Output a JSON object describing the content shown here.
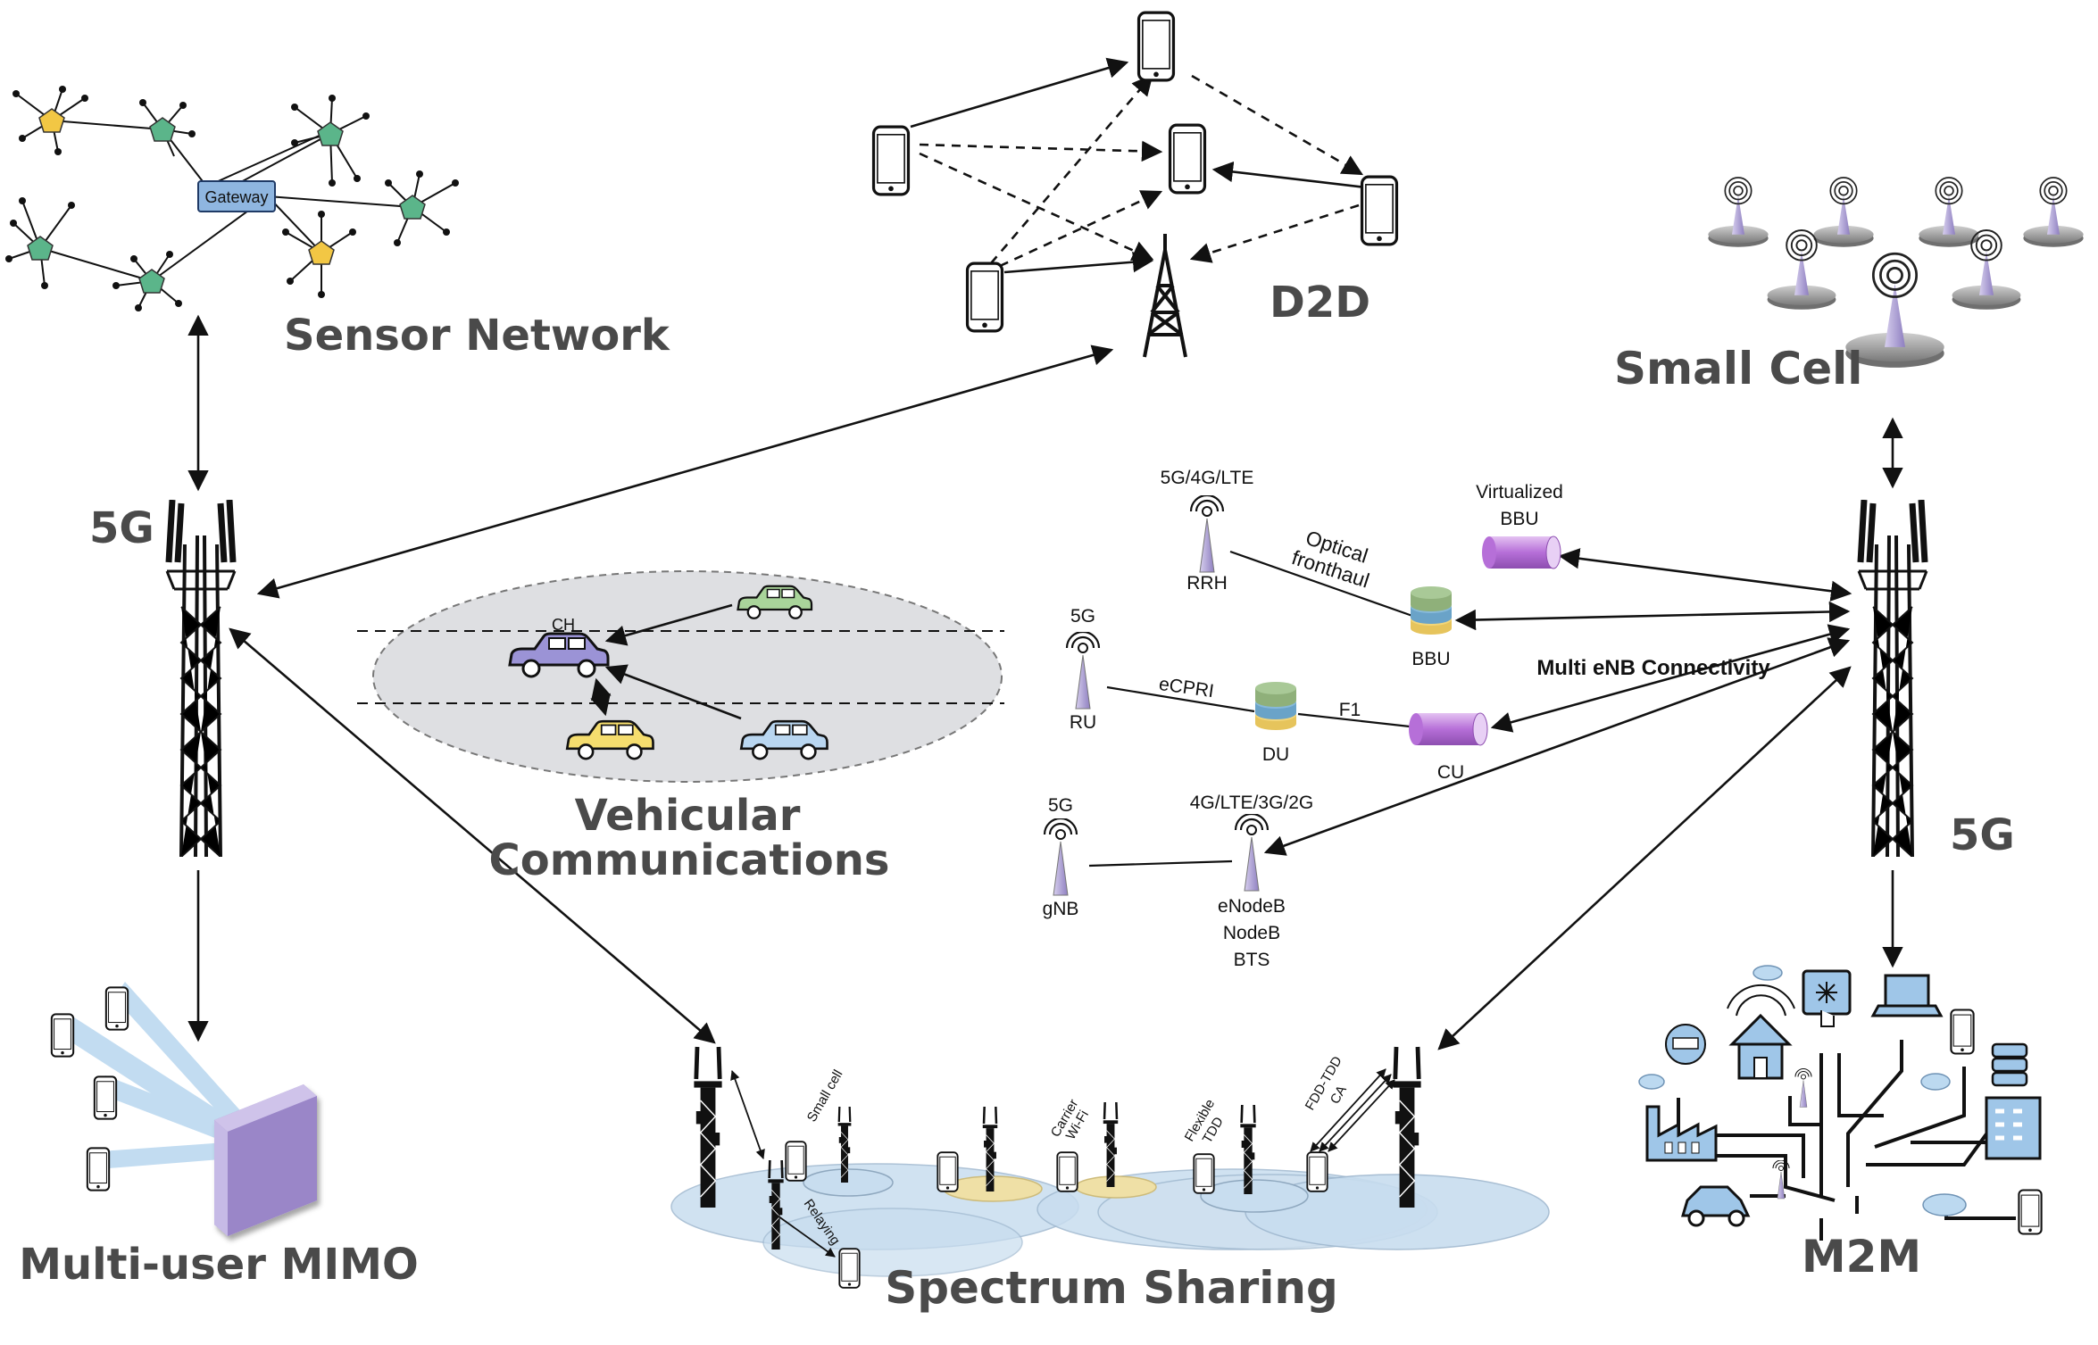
{
  "colors": {
    "tower": "#111111",
    "heading": "#4a4a4a",
    "sensor_green": "#5bb58a",
    "sensor_yellow": "#f2c744",
    "gateway": "#8fb6e0",
    "car_purple": "#9b93d6",
    "car_green": "#a9d49a",
    "car_yellow": "#f5dd6e",
    "car_blue": "#b9d6f0",
    "mimo_box": "#b9a9dc",
    "beam": "#bcd9f0",
    "cylinder": "#c58be0",
    "coverage_blue": "#c8ddef",
    "coverage_yellow": "#efe0a6",
    "smallcell_base": "#8c8c8c",
    "smallcell_cone": "#b3a6d6",
    "m2m_icon": "#9fc6e8"
  },
  "headings": {
    "sensor_network": "Sensor Network",
    "d2d": "D2D",
    "small_cell": "Small Cell",
    "tower_left": "5G",
    "tower_right": "5G",
    "vehicular_line1": "Vehicular",
    "vehicular_line2": "Communications",
    "multi_user_mimo": "Multi-user MIMO",
    "spectrum_sharing": "Spectrum Sharing",
    "m2m": "M2M"
  },
  "sensor": {
    "gateway": "Gateway"
  },
  "vehicular": {
    "cluster_head": "CH"
  },
  "ran": {
    "rrh_tech": "5G/4G/LTE",
    "rrh": "RRH",
    "optical_line1": "Optical",
    "optical_line2": "fronthaul",
    "virtualized_line1": "Virtualized",
    "virtualized_line2": "BBU",
    "bbu": "BBU",
    "multi_enb": "Multi eNB Connectivity",
    "ru_tech": "5G",
    "ru": "RU",
    "ecpri": "eCPRI",
    "du": "DU",
    "f1": "F1",
    "cu": "CU",
    "gnb_tech": "5G",
    "gnb": "gNB",
    "enb_tech": "4G/LTE/3G/2G",
    "enb_line1": "eNodeB",
    "enb_line2": "NodeB",
    "enb_line3": "BTS"
  },
  "spectrum": {
    "small_cell": "Small cell",
    "relaying": "Relaying",
    "carrier_line1": "Carrier",
    "carrier_line2": "Wi-Fi",
    "flexible_line1": "Flexible",
    "flexible_line2": "TDD",
    "fdd_line1": "FDD-TDD",
    "fdd_line2": "CA"
  }
}
